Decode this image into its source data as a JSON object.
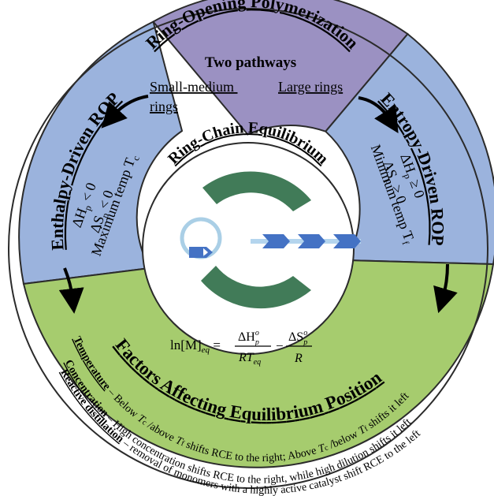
{
  "top": {
    "title": "Ring-Opening Polymerization",
    "subtitle": "Two pathways",
    "left_link_line1": "Small-medium",
    "left_link_line2": "rings",
    "right_link": "Large rings"
  },
  "left": {
    "title": "Enthalpy-Driven ROP",
    "h": "ΔH",
    "h_sub": "p",
    "h_rel": " < 0",
    "s": "ΔS",
    "s_sub": "p",
    "s_rel": " < 0",
    "temp": "Maximum temp T",
    "temp_sub": "c"
  },
  "right": {
    "title": "Entropy-Driven ROP",
    "h": "ΔH",
    "h_sub": "p",
    "h_rel": " ≥ 0",
    "s": "ΔS",
    "s_sub": "p",
    "s_rel": " > 0",
    "temp": "Minimum temp T",
    "temp_sub": "f"
  },
  "center": {
    "title": "Ring-Chain Equilibrium",
    "eq_lhs": "ln[M]",
    "eq_lhs_sub": "eq",
    "eq_equals": " = ",
    "eq_num1": "ΔH",
    "eq_num1_sup": "o",
    "eq_num1_sub": "p",
    "eq_den1": "RT",
    "eq_den1_sub": "eq",
    "eq_minus": "−",
    "eq_num2": "ΔS",
    "eq_num2_sup": "o",
    "eq_num2_sub": "p",
    "eq_den2": "R"
  },
  "bottom": {
    "title": "Factors Affecting Equilibrium Position",
    "l1_key": "Temperature",
    "l1_a": " – Below ",
    "l1_t1": "T",
    "l1_t1_sub": "c",
    "l1_b": " /above ",
    "l1_t2": "T",
    "l1_t2_sub": "f",
    "l1_c": " shifts RCE to the right; Above ",
    "l1_t3": "T",
    "l1_t3_sub": "c",
    "l1_d": " /below ",
    "l1_t4": "T",
    "l1_t4_sub": "f",
    "l1_e": " shifts it left",
    "l2_key": "Concentration",
    "l2_text": " – High concentration shifts RCE to the right, while high dilution shifts it left",
    "l3_key": "Reactive distillation",
    "l3_text": " – removal of monomers with a highly active catalyst shift RCE to the left"
  },
  "colors": {
    "purple": "#9b91c2",
    "blue": "#9bb3dd",
    "green": "#a6cc6e",
    "ring_green": "#417b58",
    "ring_light": "#aacfe6",
    "chain_light": "#b4d5ee",
    "chevron": "#4472c4",
    "outline": "#2b2b2b"
  }
}
